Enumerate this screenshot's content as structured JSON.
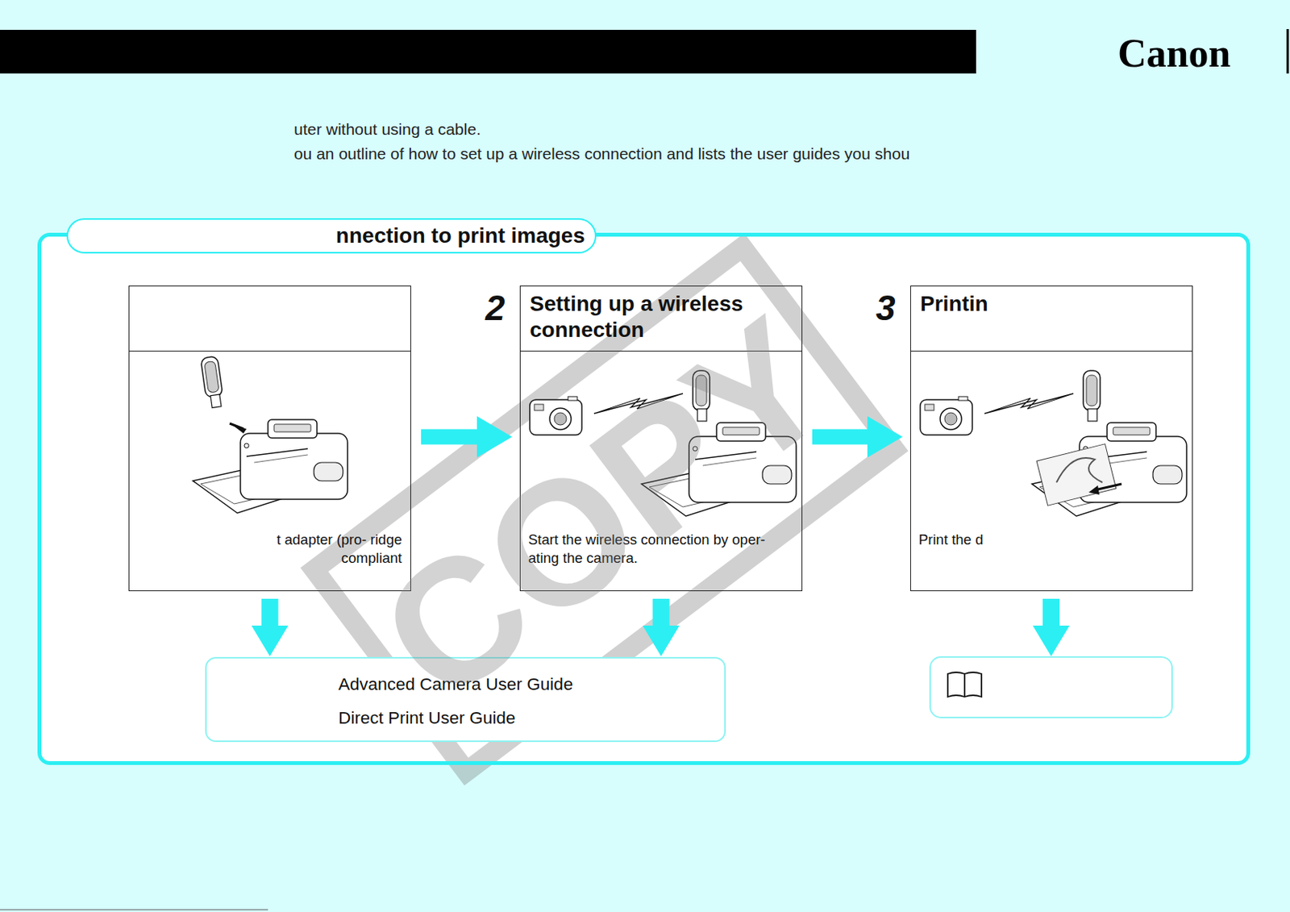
{
  "diagram": {
    "nodes": [
      {
        "text": [
          "nnection to print images"
        ]
      },
      {
        "text": [
          "t adapter (pro- ridge compliant"
        ],
        "in": 0
      },
      {
        "text": [
          "2",
          "Setting up a wireless connection",
          "Start the wireless connection by oper- ating the camera."
        ],
        "in": 0
      },
      {
        "text": [
          "3",
          "Printin",
          "Print the d"
        ],
        "in": 0
      },
      {
        "text": [
          "Advanced Camera User Guide",
          "Direct Print User Guide"
        ],
        "in": 0
      }
    ],
    "edges": [
      {
        "from": 1,
        "to": 2,
        "arrow": "to"
      },
      {
        "from": 2,
        "to": 3,
        "arrow": "to"
      },
      {
        "from": 1,
        "to": 4,
        "arrow": "to"
      },
      {
        "from": 2,
        "to": 4,
        "arrow": "to"
      }
    ],
    "labels": [
      "uter without using a cable.",
      "ou an outline of how to set up a wireless connection and lists the user guides you shou",
      "Canon",
      "COPY"
    ]
  }
}
